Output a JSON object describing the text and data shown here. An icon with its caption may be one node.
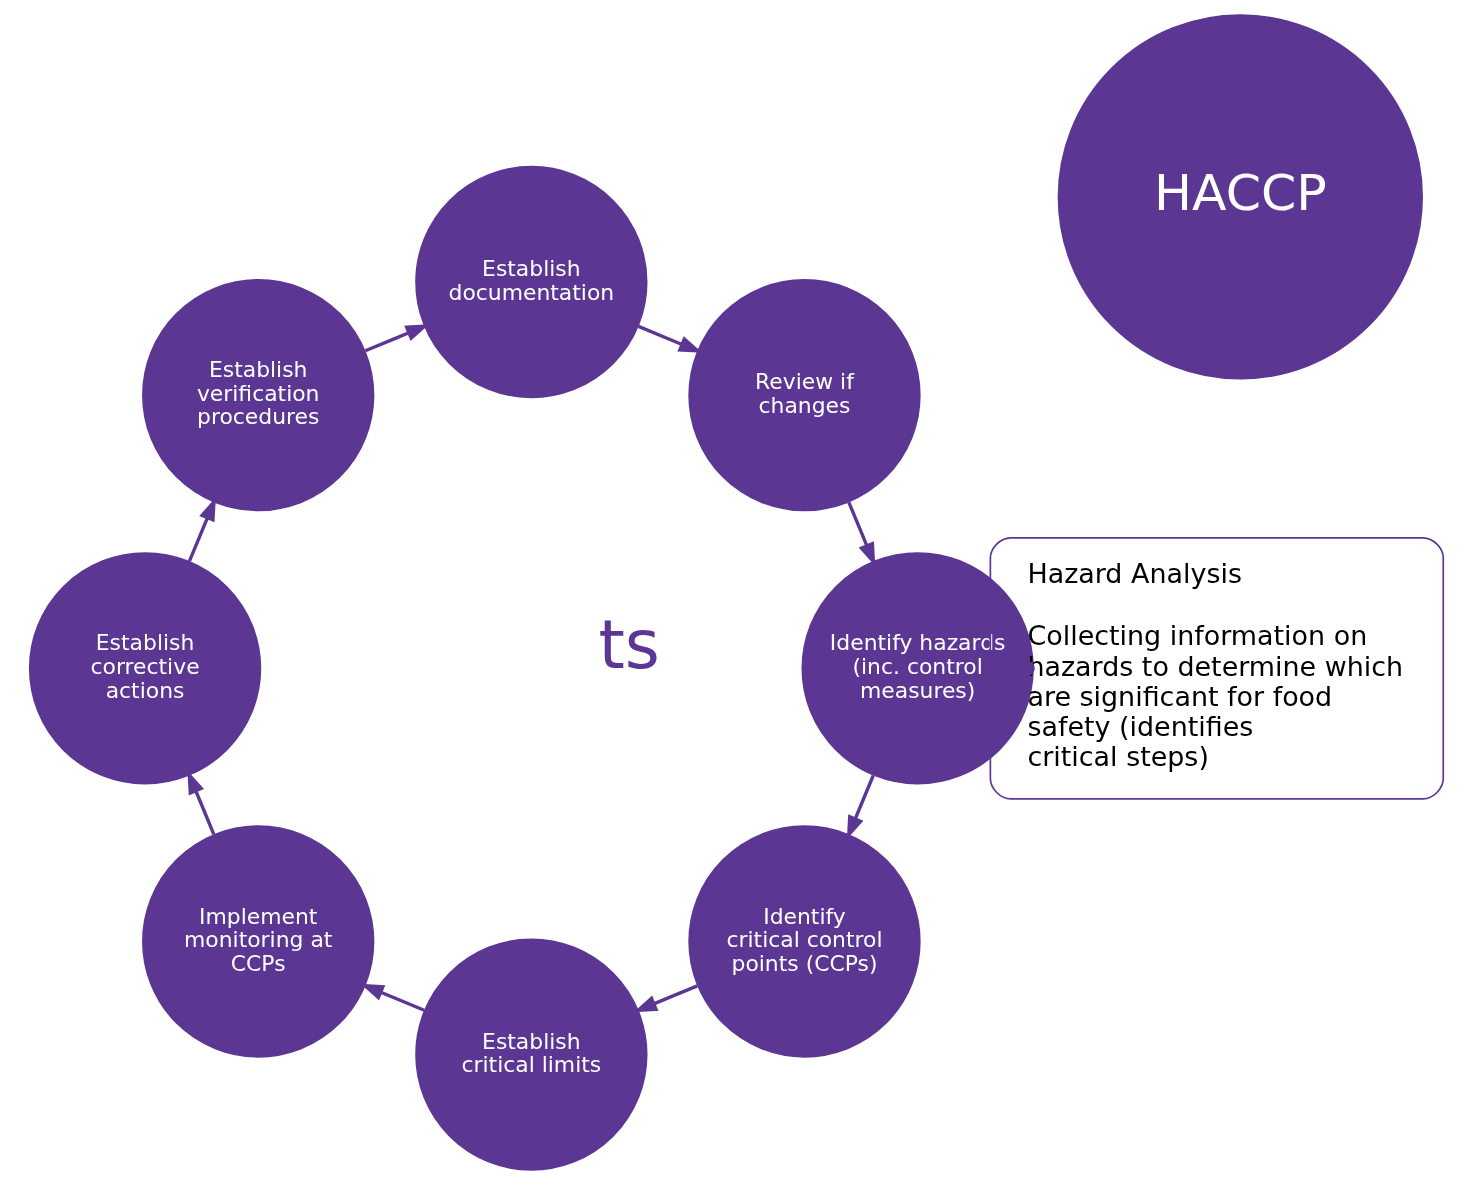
{
  "diagram": {
    "nodes": [
      {
        "text": [
          "HACCP"
        ]
      },
      {
        "text": [
          "Identify hazards (inc. control measures)"
        ]
      },
      {
        "text": [
          "Identify critical control points (CCPs)"
        ]
      },
      {
        "text": [
          "Establish critical limits"
        ]
      },
      {
        "text": [
          "Implement monitoring at CCPs"
        ]
      },
      {
        "text": [
          "Establish corrective actions"
        ]
      },
      {
        "text": [
          "Establish verification procedures"
        ]
      },
      {
        "text": [
          "Establish documentation"
        ]
      },
      {
        "text": [
          "Review if changes"
        ]
      },
      {
        "text": [
          "Hazard Analysis",
          "Collecting information on hazards to determine which are significant for food safety (identifies critical steps)"
        ]
      }
    ],
    "edges": [
      {
        "from": 1,
        "to": 2,
        "arrow": "to"
      },
      {
        "from": 2,
        "to": 3,
        "arrow": "to"
      },
      {
        "from": 3,
        "to": 4,
        "arrow": "to"
      },
      {
        "from": 4,
        "to": 5,
        "arrow": "to"
      },
      {
        "from": 5,
        "to": 6,
        "arrow": "to"
      },
      {
        "from": 6,
        "to": 7,
        "arrow": "to"
      },
      {
        "from": 7,
        "to": 8,
        "arrow": "to"
      },
      {
        "from": 8,
        "to": 1,
        "arrow": "to"
      },
      {
        "from": 1,
        "to": 9,
        "arrow": "other",
        "style": "dashed"
      }
    ],
    "labels": [
      "ts"
    ]
  }
}
